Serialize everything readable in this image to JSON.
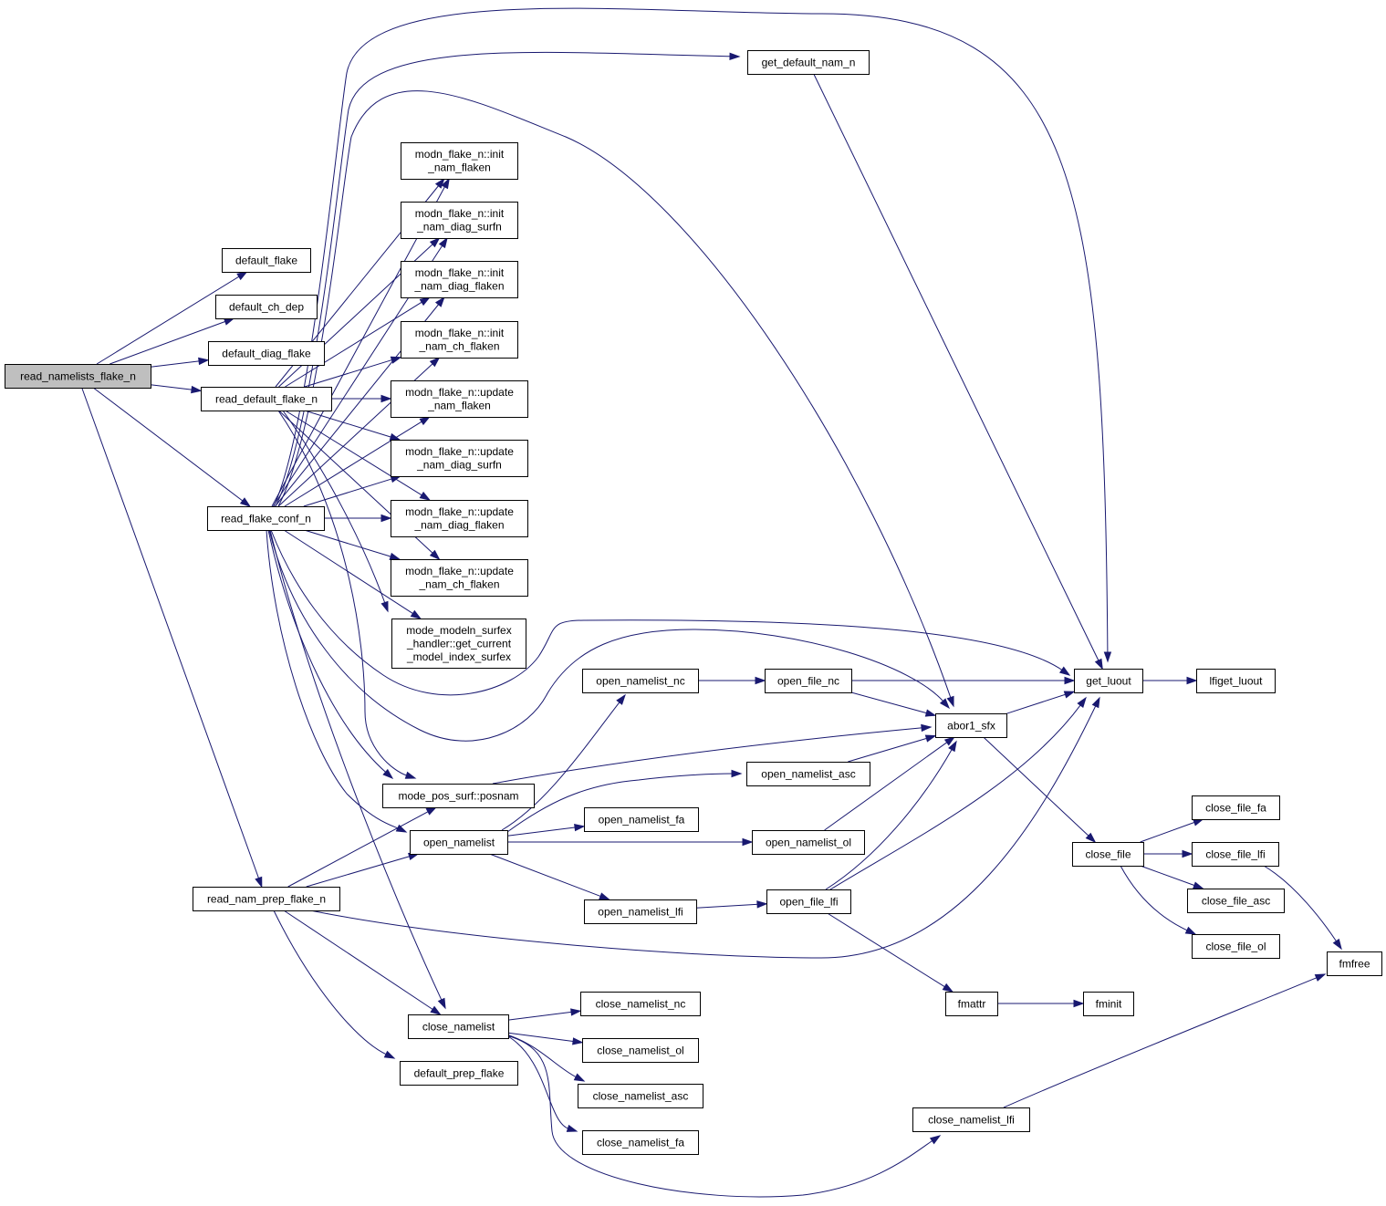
{
  "diagram": {
    "type": "call-graph",
    "root": "read_namelists_flake_n",
    "colors": {
      "edge": "#191970",
      "root_fill": "#bfbfbf",
      "node_fill": "#ffffff",
      "border": "#000000"
    },
    "nodes": [
      {
        "id": "read_namelists_flake_n",
        "lines": [
          "read_namelists_flake_n"
        ],
        "root": true
      },
      {
        "id": "default_flake",
        "lines": [
          "default_flake"
        ]
      },
      {
        "id": "default_ch_dep",
        "lines": [
          "default_ch_dep"
        ]
      },
      {
        "id": "default_diag_flake",
        "lines": [
          "default_diag_flake"
        ]
      },
      {
        "id": "read_default_flake_n",
        "lines": [
          "read_default_flake_n"
        ]
      },
      {
        "id": "read_flake_conf_n",
        "lines": [
          "read_flake_conf_n"
        ]
      },
      {
        "id": "read_nam_prep_flake_n",
        "lines": [
          "read_nam_prep_flake_n"
        ]
      },
      {
        "id": "get_default_nam_n",
        "lines": [
          "get_default_nam_n"
        ]
      },
      {
        "id": "init_nam_flaken",
        "lines": [
          "modn_flake_n::init",
          "_nam_flaken"
        ]
      },
      {
        "id": "init_nam_diag_surfn",
        "lines": [
          "modn_flake_n::init",
          "_nam_diag_surfn"
        ]
      },
      {
        "id": "init_nam_diag_flaken",
        "lines": [
          "modn_flake_n::init",
          "_nam_diag_flaken"
        ]
      },
      {
        "id": "init_nam_ch_flaken",
        "lines": [
          "modn_flake_n::init",
          "_nam_ch_flaken"
        ]
      },
      {
        "id": "update_nam_flaken",
        "lines": [
          "modn_flake_n::update",
          "_nam_flaken"
        ]
      },
      {
        "id": "update_nam_diag_surfn",
        "lines": [
          "modn_flake_n::update",
          "_nam_diag_surfn"
        ]
      },
      {
        "id": "update_nam_diag_flaken",
        "lines": [
          "modn_flake_n::update",
          "_nam_diag_flaken"
        ]
      },
      {
        "id": "update_nam_ch_flaken",
        "lines": [
          "modn_flake_n::update",
          "_nam_ch_flaken"
        ]
      },
      {
        "id": "get_current_model_index_surfex",
        "lines": [
          "mode_modeln_surfex",
          "_handler::get_current",
          "_model_index_surfex"
        ]
      },
      {
        "id": "posnam",
        "lines": [
          "mode_pos_surf::posnam"
        ]
      },
      {
        "id": "open_namelist",
        "lines": [
          "open_namelist"
        ]
      },
      {
        "id": "close_namelist",
        "lines": [
          "close_namelist"
        ]
      },
      {
        "id": "default_prep_flake",
        "lines": [
          "default_prep_flake"
        ]
      },
      {
        "id": "open_namelist_nc",
        "lines": [
          "open_namelist_nc"
        ]
      },
      {
        "id": "open_file_nc",
        "lines": [
          "open_file_nc"
        ]
      },
      {
        "id": "open_namelist_asc",
        "lines": [
          "open_namelist_asc"
        ]
      },
      {
        "id": "open_namelist_fa",
        "lines": [
          "open_namelist_fa"
        ]
      },
      {
        "id": "open_namelist_ol",
        "lines": [
          "open_namelist_ol"
        ]
      },
      {
        "id": "open_namelist_lfi",
        "lines": [
          "open_namelist_lfi"
        ]
      },
      {
        "id": "open_file_lfi",
        "lines": [
          "open_file_lfi"
        ]
      },
      {
        "id": "close_namelist_nc",
        "lines": [
          "close_namelist_nc"
        ]
      },
      {
        "id": "close_namelist_ol",
        "lines": [
          "close_namelist_ol"
        ]
      },
      {
        "id": "close_namelist_asc",
        "lines": [
          "close_namelist_asc"
        ]
      },
      {
        "id": "close_namelist_fa",
        "lines": [
          "close_namelist_fa"
        ]
      },
      {
        "id": "close_namelist_lfi",
        "lines": [
          "close_namelist_lfi"
        ]
      },
      {
        "id": "abor1_sfx",
        "lines": [
          "abor1_sfx"
        ]
      },
      {
        "id": "get_luout",
        "lines": [
          "get_luout"
        ]
      },
      {
        "id": "lfiget_luout",
        "lines": [
          "lfiget_luout"
        ]
      },
      {
        "id": "close_file",
        "lines": [
          "close_file"
        ]
      },
      {
        "id": "close_file_fa",
        "lines": [
          "close_file_fa"
        ]
      },
      {
        "id": "close_file_lfi",
        "lines": [
          "close_file_lfi"
        ]
      },
      {
        "id": "close_file_asc",
        "lines": [
          "close_file_asc"
        ]
      },
      {
        "id": "close_file_ol",
        "lines": [
          "close_file_ol"
        ]
      },
      {
        "id": "fmattr",
        "lines": [
          "fmattr"
        ]
      },
      {
        "id": "fminit",
        "lines": [
          "fminit"
        ]
      },
      {
        "id": "fmfree",
        "lines": [
          "fmfree"
        ]
      }
    ],
    "edges": [
      [
        "read_namelists_flake_n",
        "default_flake"
      ],
      [
        "read_namelists_flake_n",
        "default_ch_dep"
      ],
      [
        "read_namelists_flake_n",
        "default_diag_flake"
      ],
      [
        "read_namelists_flake_n",
        "read_default_flake_n"
      ],
      [
        "read_namelists_flake_n",
        "read_flake_conf_n"
      ],
      [
        "read_namelists_flake_n",
        "read_nam_prep_flake_n"
      ],
      [
        "read_default_flake_n",
        "init_nam_flaken"
      ],
      [
        "read_default_flake_n",
        "init_nam_diag_surfn"
      ],
      [
        "read_default_flake_n",
        "init_nam_diag_flaken"
      ],
      [
        "read_default_flake_n",
        "init_nam_ch_flaken"
      ],
      [
        "read_default_flake_n",
        "update_nam_flaken"
      ],
      [
        "read_default_flake_n",
        "update_nam_diag_surfn"
      ],
      [
        "read_default_flake_n",
        "update_nam_diag_flaken"
      ],
      [
        "read_default_flake_n",
        "update_nam_ch_flaken"
      ],
      [
        "read_default_flake_n",
        "get_current_model_index_surfex"
      ],
      [
        "read_default_flake_n",
        "posnam"
      ],
      [
        "read_flake_conf_n",
        "get_luout"
      ],
      [
        "read_flake_conf_n",
        "get_default_nam_n"
      ],
      [
        "read_flake_conf_n",
        "abor1_sfx"
      ],
      [
        "read_flake_conf_n",
        "init_nam_flaken"
      ],
      [
        "read_flake_conf_n",
        "init_nam_diag_surfn"
      ],
      [
        "read_flake_conf_n",
        "init_nam_diag_flaken"
      ],
      [
        "read_flake_conf_n",
        "init_nam_ch_flaken"
      ],
      [
        "read_flake_conf_n",
        "update_nam_flaken"
      ],
      [
        "read_flake_conf_n",
        "update_nam_diag_surfn"
      ],
      [
        "read_flake_conf_n",
        "update_nam_diag_flaken"
      ],
      [
        "read_flake_conf_n",
        "update_nam_ch_flaken"
      ],
      [
        "read_flake_conf_n",
        "get_current_model_index_surfex"
      ],
      [
        "read_flake_conf_n",
        "posnam"
      ],
      [
        "read_flake_conf_n",
        "open_namelist"
      ],
      [
        "read_flake_conf_n",
        "close_namelist"
      ],
      [
        "read_nam_prep_flake_n",
        "posnam"
      ],
      [
        "read_nam_prep_flake_n",
        "open_namelist"
      ],
      [
        "read_nam_prep_flake_n",
        "get_luout"
      ],
      [
        "read_nam_prep_flake_n",
        "close_namelist"
      ],
      [
        "read_nam_prep_flake_n",
        "default_prep_flake"
      ],
      [
        "get_default_nam_n",
        "get_luout"
      ],
      [
        "posnam",
        "abor1_sfx"
      ],
      [
        "open_namelist",
        "open_namelist_nc"
      ],
      [
        "open_namelist",
        "open_namelist_asc"
      ],
      [
        "open_namelist",
        "open_namelist_fa"
      ],
      [
        "open_namelist",
        "open_namelist_ol"
      ],
      [
        "open_namelist",
        "open_namelist_lfi"
      ],
      [
        "open_namelist_nc",
        "open_file_nc"
      ],
      [
        "open_file_nc",
        "get_luout"
      ],
      [
        "open_file_nc",
        "abor1_sfx"
      ],
      [
        "open_namelist_asc",
        "abor1_sfx"
      ],
      [
        "open_namelist_ol",
        "abor1_sfx"
      ],
      [
        "open_namelist_lfi",
        "open_file_lfi"
      ],
      [
        "open_file_lfi",
        "abor1_sfx"
      ],
      [
        "open_file_lfi",
        "get_luout"
      ],
      [
        "open_file_lfi",
        "fmattr"
      ],
      [
        "abor1_sfx",
        "get_luout"
      ],
      [
        "abor1_sfx",
        "close_file"
      ],
      [
        "get_luout",
        "lfiget_luout"
      ],
      [
        "close_file",
        "close_file_fa"
      ],
      [
        "close_file",
        "close_file_lfi"
      ],
      [
        "close_file",
        "close_file_asc"
      ],
      [
        "close_file",
        "close_file_ol"
      ],
      [
        "close_file_lfi",
        "fmfree"
      ],
      [
        "fmattr",
        "fminit"
      ],
      [
        "close_namelist",
        "close_namelist_nc"
      ],
      [
        "close_namelist",
        "close_namelist_ol"
      ],
      [
        "close_namelist",
        "close_namelist_asc"
      ],
      [
        "close_namelist",
        "close_namelist_fa"
      ],
      [
        "close_namelist",
        "close_namelist_lfi"
      ],
      [
        "close_namelist_lfi",
        "fmfree"
      ]
    ]
  }
}
